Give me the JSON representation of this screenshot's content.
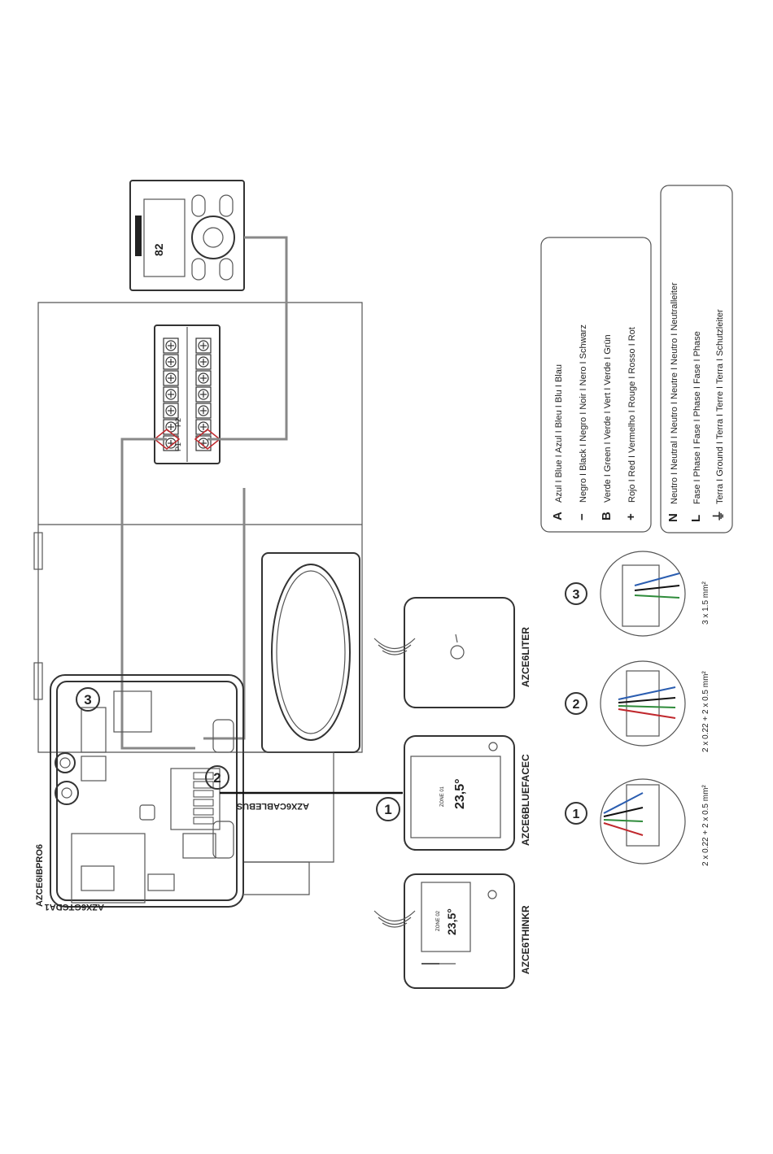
{
  "devices": {
    "base_board": "AZCE6IBPRO6",
    "gateway": "AZX6GTCDA1",
    "cable": "AZX6CABLEBUS",
    "thermostat_think": "AZCE6THINKR",
    "thermostat_blueface": "AZCE6BLUEFACEC",
    "thermostat_lite": "AZCE6LITER"
  },
  "markers": [
    "1",
    "2",
    "3"
  ],
  "terminal_labels": {
    "p1": "P1",
    "p2": "P2"
  },
  "remote_display": {
    "value": "82"
  },
  "thermostat_screen": {
    "temperature": "23,5°",
    "zone": "ZONE 01",
    "think_temperature": "23,5°",
    "think_zone": "ZONE 02"
  },
  "wiring_specs": {
    "spec1": "2 x 0.22 + 2 x 0.5 mm²",
    "spec2": "2 x 0.22 + 2 x 0.5 mm²",
    "spec3": "3 x 1.5 mm²"
  },
  "legend_bus": [
    {
      "symbol": "A",
      "text": "Azul I Blue I Azul I Bleu I Blu I Blau"
    },
    {
      "symbol": "−",
      "text": "Negro I Black I Negro I Noir I Nero I Schwarz"
    },
    {
      "symbol": "B",
      "text": "Verde I Green I Verde I Vert I Verde I Grün"
    },
    {
      "symbol": "+",
      "text": "Rojo I Red I Vermelho I Rouge I Rosso I Rot"
    }
  ],
  "legend_power": [
    {
      "symbol": "N",
      "text": "Neutro I Neutral I Neutro I Neutre I Neutro I Neutralleiter"
    },
    {
      "symbol": "L",
      "text": "Fase I Phase I Fase I Phase I Fase I Phase"
    },
    {
      "symbol": "⏚",
      "text": "Terra I Ground I Terra I Terre I Terra I Schutzleiter"
    }
  ],
  "colors": {
    "blue": "#2a5db0",
    "black": "#111111",
    "green": "#2e8b3a",
    "red": "#c0282d",
    "wire_gray": "#8a8a8a"
  }
}
